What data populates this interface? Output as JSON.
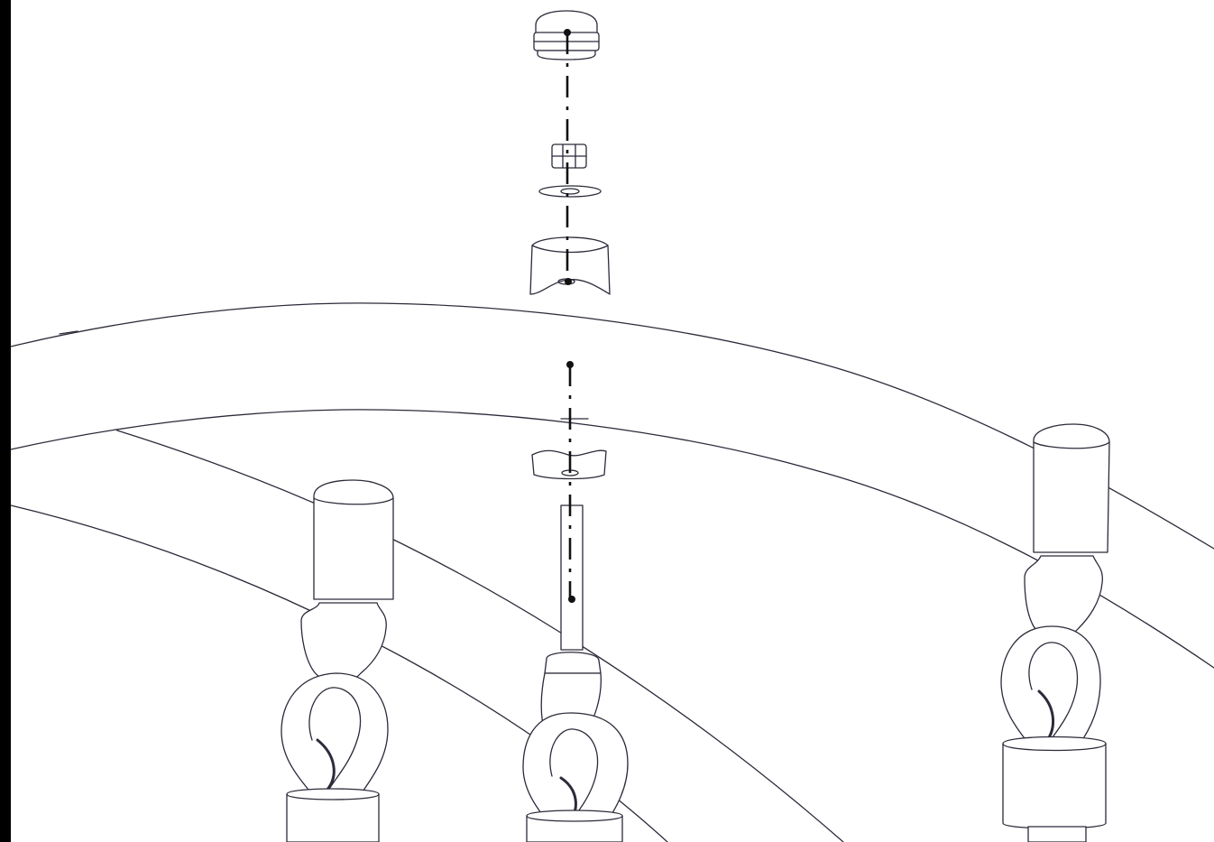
{
  "diagram": {
    "kind": "exploded assembly drawing",
    "line_color": "#2b2b3a",
    "background": "#ffffff",
    "exploded_parts": [
      "cap-nut",
      "hex-nut",
      "washer",
      "upper-saddle",
      "lower-saddle",
      "threaded-rod"
    ],
    "assemblies": [
      "left-hanger-assembly",
      "center-hanger-assembly",
      "right-hanger-assembly"
    ]
  }
}
